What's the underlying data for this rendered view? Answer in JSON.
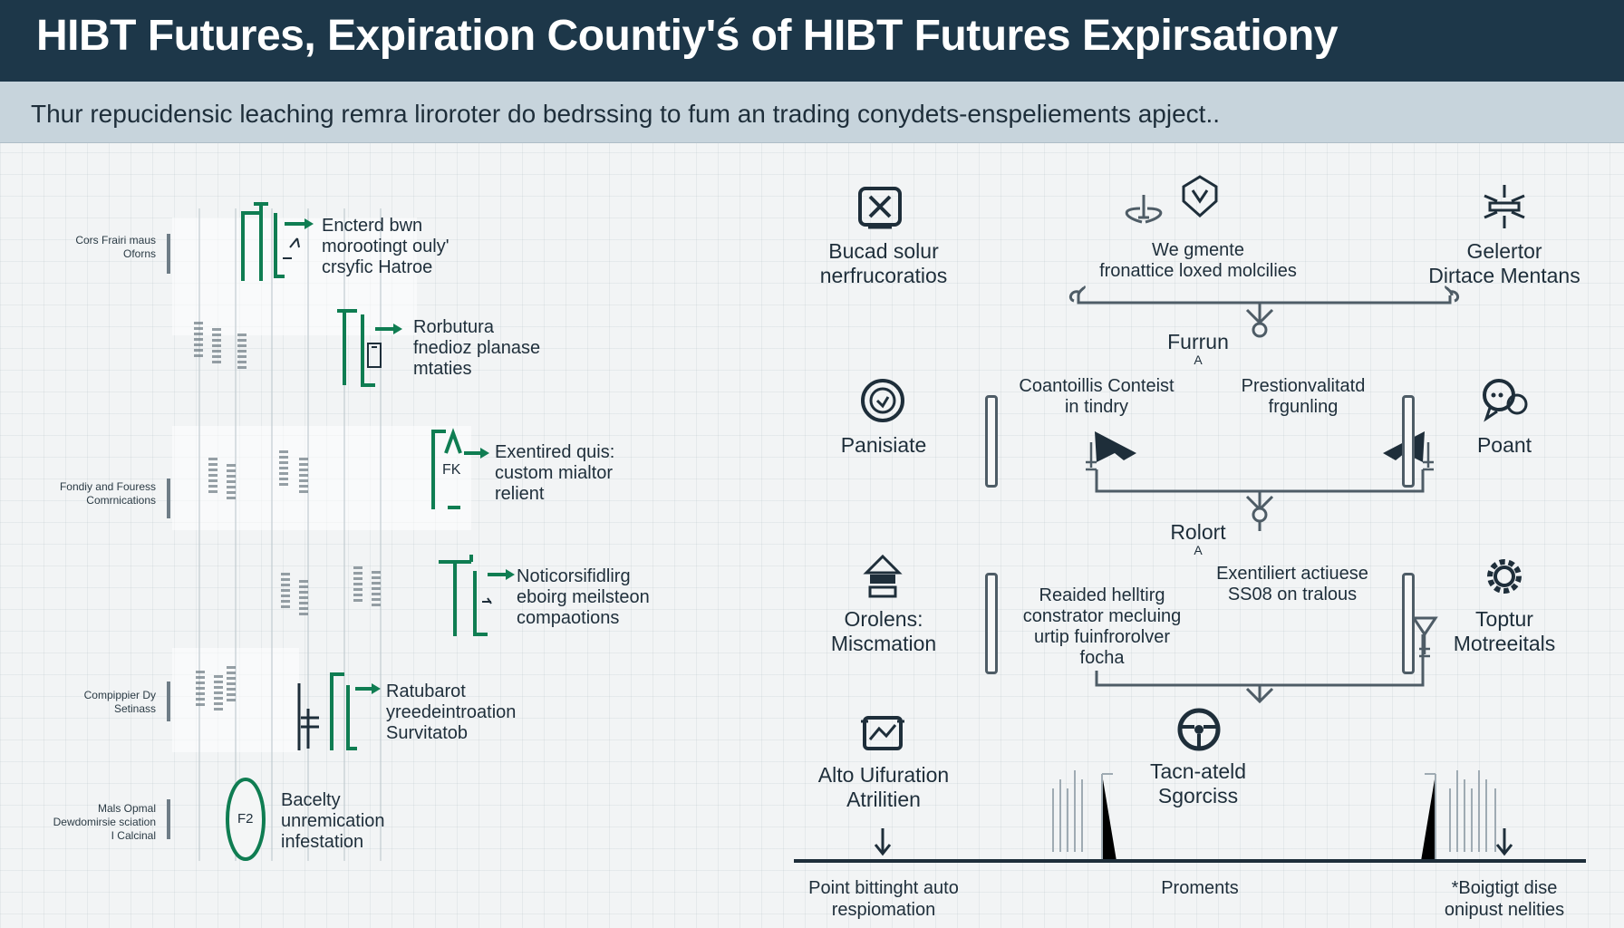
{
  "header": {
    "title": "HIBT Futures, Expiration Countiy'ś of HIBT Futures Expirsationy"
  },
  "subheader": {
    "text": "Thur repucidensic leaching remra liroroter do bedrssing to fum an trading conydets-enspeliements apject.."
  },
  "left_side_labels": [
    {
      "lines": [
        "Cors Frairi maus",
        "Oforns"
      ]
    },
    {
      "lines": [
        "Fondiy and Fouress",
        "Comrnications"
      ]
    },
    {
      "lines": [
        "Compippier Dy",
        "Setinass"
      ]
    },
    {
      "lines": [
        "Mals Opmal",
        "Dewdomirsie sciation",
        "I Calcinal"
      ]
    }
  ],
  "left_steps": [
    {
      "lines": [
        "Encterd bwn",
        "morootingt ouly'",
        "crsyfic Hatroe"
      ]
    },
    {
      "lines": [
        "Rorbutura",
        "fnedioz planase",
        "mtaties"
      ]
    },
    {
      "lines": [
        "Exentired quis:",
        "custom mialtor",
        "relient"
      ]
    },
    {
      "lines": [
        "Noticorsifidlirg",
        "eboirg meilsteon",
        "compaotions"
      ]
    },
    {
      "lines": [
        "Ratubarot",
        "yreedeintroation",
        "Survitatob"
      ]
    },
    {
      "lines": [
        "Bacelty",
        "unremication",
        "infestation"
      ]
    }
  ],
  "left_final_badge": "F2",
  "step_badge_fk": "FK",
  "right_diagram": {
    "top_left": {
      "lines": [
        "Bucad solur",
        "nerfrucoratios"
      ],
      "icon": "close-box-icon"
    },
    "top_center": {
      "lines": [
        "We gmente",
        "fronattice loxed molcilies"
      ],
      "icon": "shield-icon"
    },
    "top_right": {
      "lines": [
        "Gelertor",
        "Dirtace Mentans"
      ],
      "icon": "star-burst-icon"
    },
    "hub_1": "Furrun",
    "hub_1_mark": "A",
    "mid_left_node": {
      "lines": [
        "Panisiate"
      ],
      "icon": "gauge-icon"
    },
    "mid_right_node": {
      "lines": [
        "Poant"
      ],
      "icon": "chat-bubbles-icon"
    },
    "branch_left": {
      "lines": [
        "Coantoillis Conteist",
        "in tindry"
      ]
    },
    "branch_right": {
      "lines": [
        "Prestionvalitatd",
        "frgunling"
      ]
    },
    "hub_2": "Rolort",
    "hub_2_mark": "A",
    "lower_left_node": {
      "lines": [
        "Orolens:",
        "Miscmation"
      ],
      "icon": "house-stack-icon"
    },
    "lower_right_node": {
      "lines": [
        "Toptur",
        "Motreeitals"
      ],
      "icon": "gear-icon"
    },
    "branch_left_2": {
      "lines": [
        "Reaided helltirg",
        "constrator mecluing",
        "urtip fuinfrorolver",
        "focha"
      ]
    },
    "branch_right_2": {
      "lines": [
        "Exentiliert actiuese",
        "SS08 on tralous"
      ]
    },
    "bottom_left_node": {
      "lines": [
        "Alto Uifuration",
        "Atrilitien"
      ],
      "icon": "frame-icon"
    },
    "bottom_center": {
      "lines": [
        "Tacn-ateld",
        "Sgorciss"
      ],
      "icon": "steering-wheel-icon"
    },
    "footer": {
      "left": {
        "lines": [
          "Point bittinght auto",
          "respiomation"
        ]
      },
      "center": {
        "lines": [
          "Proments"
        ]
      },
      "right": {
        "lines": [
          "*Boigtigt dise",
          "onipust nelities"
        ]
      }
    }
  },
  "colors": {
    "header_bg": "#1d3749",
    "subheader_bg": "#c7d4dc",
    "accent_green": "#0f7d52",
    "ink": "#1e2e3a"
  }
}
